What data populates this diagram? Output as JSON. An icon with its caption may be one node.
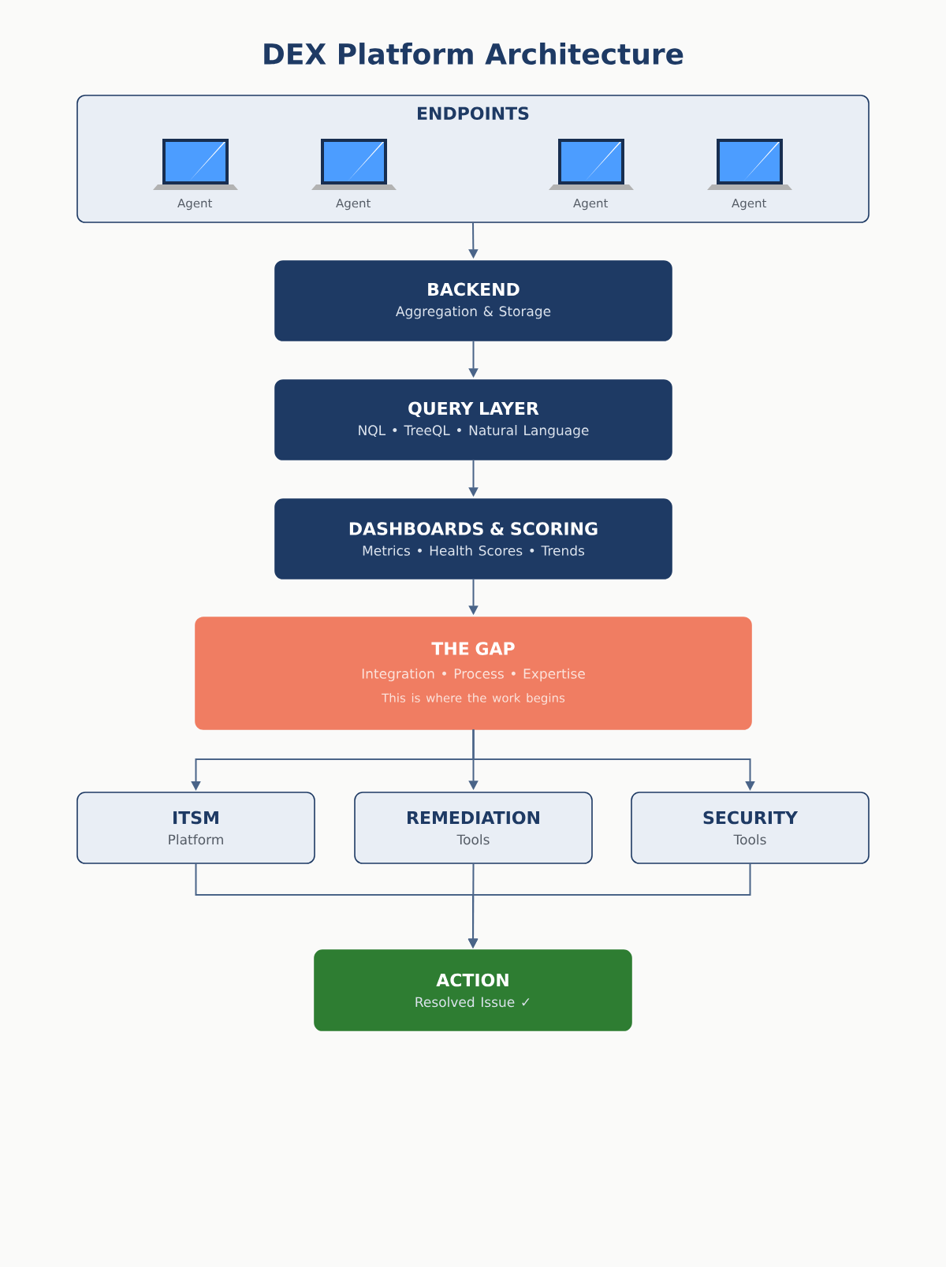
{
  "diagram": {
    "title": "DEX Platform Architecture",
    "nodes": [
      {
        "text": [
          "ENDPOINTS"
        ]
      },
      {
        "text": [
          "Agent"
        ],
        "in": 0
      },
      {
        "text": [
          "Agent"
        ],
        "in": 0
      },
      {
        "text": [
          "Agent"
        ],
        "in": 0
      },
      {
        "text": [
          "Agent"
        ],
        "in": 0
      },
      {
        "text": [
          "BACKEND",
          "Aggregation & Storage"
        ]
      },
      {
        "text": [
          "QUERY LAYER",
          "NQL • TreeQL • Natural Language"
        ]
      },
      {
        "text": [
          "DASHBOARDS & SCORING",
          "Metrics • Health Scores • Trends"
        ]
      },
      {
        "text": [
          "THE GAP",
          "Integration • Process • Expertise",
          "This is where the work begins"
        ]
      },
      {
        "text": [
          "ITSM",
          "Platform"
        ]
      },
      {
        "text": [
          "REMEDIATION",
          "Tools"
        ]
      },
      {
        "text": [
          "SECURITY",
          "Tools"
        ]
      },
      {
        "text": [
          "ACTION",
          "Resolved Issue ✓"
        ]
      }
    ],
    "edges": [
      {
        "from": 0,
        "to": 5,
        "arrow": "to"
      },
      {
        "from": 5,
        "to": 6,
        "arrow": "to"
      },
      {
        "from": 6,
        "to": 7,
        "arrow": "to"
      },
      {
        "from": 7,
        "to": 8,
        "arrow": "to"
      },
      {
        "from": 8,
        "to": 9,
        "arrow": "to"
      },
      {
        "from": 8,
        "to": 10,
        "arrow": "to"
      },
      {
        "from": 8,
        "to": 11,
        "arrow": "to"
      },
      {
        "from": 9,
        "to": 12,
        "arrow": "to"
      },
      {
        "from": 10,
        "to": 12,
        "arrow": "to"
      },
      {
        "from": 11,
        "to": 12,
        "arrow": "to"
      }
    ]
  }
}
